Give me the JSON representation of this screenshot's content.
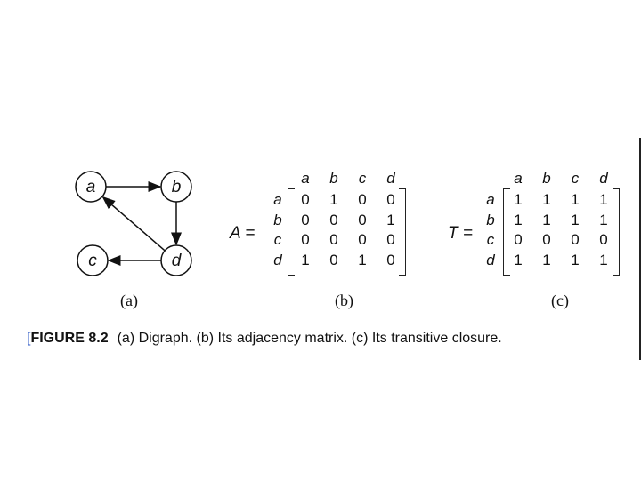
{
  "graph": {
    "nodes": [
      "a",
      "b",
      "c",
      "d"
    ],
    "edges": [
      [
        "a",
        "b"
      ],
      [
        "b",
        "d"
      ],
      [
        "d",
        "a"
      ],
      [
        "d",
        "c"
      ]
    ]
  },
  "matrix_a": {
    "name": "A =",
    "col_labels": [
      "a",
      "b",
      "c",
      "d"
    ],
    "row_labels": [
      "a",
      "b",
      "c",
      "d"
    ],
    "rows": [
      [
        "0",
        "1",
        "0",
        "0"
      ],
      [
        "0",
        "0",
        "0",
        "1"
      ],
      [
        "0",
        "0",
        "0",
        "0"
      ],
      [
        "1",
        "0",
        "1",
        "0"
      ]
    ]
  },
  "matrix_t": {
    "name": "T =",
    "col_labels": [
      "a",
      "b",
      "c",
      "d"
    ],
    "row_labels": [
      "a",
      "b",
      "c",
      "d"
    ],
    "rows": [
      [
        "1",
        "1",
        "1",
        "1"
      ],
      [
        "1",
        "1",
        "1",
        "1"
      ],
      [
        "0",
        "0",
        "0",
        "0"
      ],
      [
        "1",
        "1",
        "1",
        "1"
      ]
    ]
  },
  "sublabels": {
    "a": "(a)",
    "b": "(b)",
    "c": "(c)"
  },
  "caption": {
    "bracket": "[",
    "label": "FIGURE 8.2",
    "text": "(a) Digraph. (b) Its adjacency matrix. (c) Its transitive closure."
  }
}
